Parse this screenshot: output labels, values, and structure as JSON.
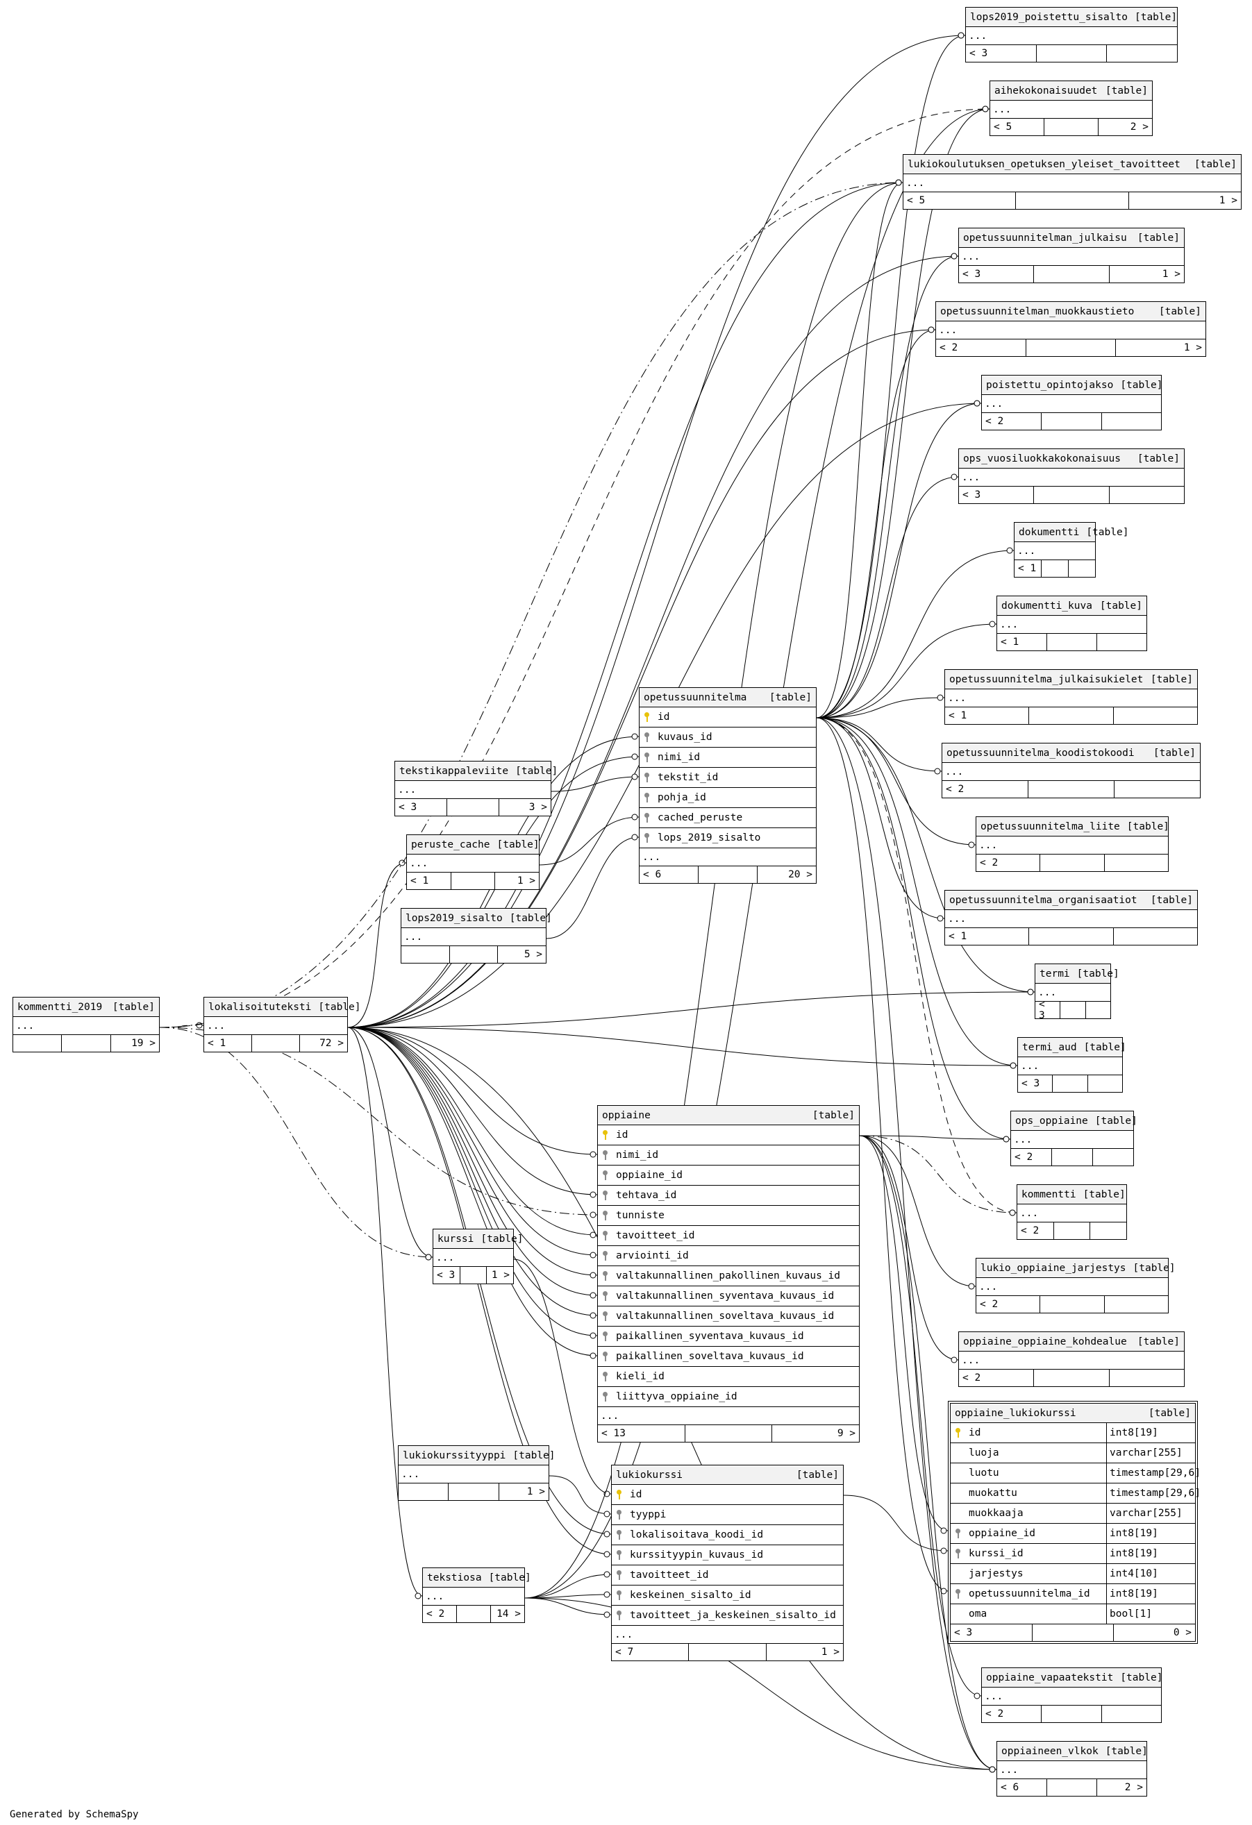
{
  "footer_text": "Generated by SchemaSpy",
  "table_tag": "[table]",
  "tables": {
    "lops2019_poistettu_sisalto": {
      "name": "lops2019_poistettu_sisalto",
      "rows_dots": "...",
      "foot": [
        "< 3",
        "",
        ""
      ]
    },
    "aihekokonaisuudet": {
      "name": "aihekokonaisuudet",
      "rows_dots": "...",
      "foot": [
        "< 5",
        "",
        "2 >"
      ]
    },
    "lukiokoulutuksen_opetuksen_yleiset_tavoitteet": {
      "name": "lukiokoulutuksen_opetuksen_yleiset_tavoitteet",
      "rows_dots": "...",
      "foot": [
        "< 5",
        "",
        "1 >"
      ]
    },
    "opetussuunnitelman_julkaisu": {
      "name": "opetussuunnitelman_julkaisu",
      "rows_dots": "...",
      "foot": [
        "< 3",
        "",
        "1 >"
      ]
    },
    "opetussuunnitelman_muokkaustieto": {
      "name": "opetussuunnitelman_muokkaustieto",
      "rows_dots": "...",
      "foot": [
        "< 2",
        "",
        "1 >"
      ]
    },
    "poistettu_opintojakso": {
      "name": "poistettu_opintojakso",
      "rows_dots": "...",
      "foot": [
        "< 2",
        "",
        ""
      ]
    },
    "ops_vuosiluokkakokonaisuus": {
      "name": "ops_vuosiluokkakokonaisuus",
      "rows_dots": "...",
      "foot": [
        "< 3",
        "",
        ""
      ]
    },
    "dokumentti": {
      "name": "dokumentti",
      "rows_dots": "...",
      "foot": [
        "< 1",
        "",
        ""
      ]
    },
    "dokumentti_kuva": {
      "name": "dokumentti_kuva",
      "rows_dots": "...",
      "foot": [
        "< 1",
        "",
        ""
      ]
    },
    "opetussuunnitelma_julkaisukielet": {
      "name": "opetussuunnitelma_julkaisukielet",
      "rows_dots": "...",
      "foot": [
        "< 1",
        "",
        ""
      ]
    },
    "opetussuunnitelma_koodistokoodi": {
      "name": "opetussuunnitelma_koodistokoodi",
      "rows_dots": "...",
      "foot": [
        "< 2",
        "",
        ""
      ]
    },
    "opetussuunnitelma_liite": {
      "name": "opetussuunnitelma_liite",
      "rows_dots": "...",
      "foot": [
        "< 2",
        "",
        ""
      ]
    },
    "opetussuunnitelma_organisaatiot": {
      "name": "opetussuunnitelma_organisaatiot",
      "rows_dots": "...",
      "foot": [
        "< 1",
        "",
        ""
      ]
    },
    "termi": {
      "name": "termi",
      "rows_dots": "...",
      "foot": [
        "< 3",
        "",
        ""
      ]
    },
    "termi_aud": {
      "name": "termi_aud",
      "rows_dots": "...",
      "foot": [
        "< 3",
        "",
        ""
      ]
    },
    "ops_oppiaine": {
      "name": "ops_oppiaine",
      "rows_dots": "...",
      "foot": [
        "< 2",
        "",
        ""
      ]
    },
    "kommentti": {
      "name": "kommentti",
      "rows_dots": "...",
      "foot": [
        "< 2",
        "",
        ""
      ]
    },
    "lukio_oppiaine_jarjestys": {
      "name": "lukio_oppiaine_jarjestys",
      "rows_dots": "...",
      "foot": [
        "< 2",
        "",
        ""
      ]
    },
    "oppiaine_oppiaine_kohdealue": {
      "name": "oppiaine_oppiaine_kohdealue",
      "rows_dots": "...",
      "foot": [
        "< 2",
        "",
        ""
      ]
    },
    "oppiaine_vapaatekstit": {
      "name": "oppiaine_vapaatekstit",
      "rows_dots": "...",
      "foot": [
        "< 2",
        "",
        ""
      ]
    },
    "oppiaineen_vlkok": {
      "name": "oppiaineen_vlkok",
      "rows_dots": "...",
      "foot": [
        "< 6",
        "",
        "2 >"
      ]
    },
    "tekstikappaleviite": {
      "name": "tekstikappaleviite",
      "rows_dots": "...",
      "foot": [
        "< 3",
        "",
        "3 >"
      ]
    },
    "peruste_cache": {
      "name": "peruste_cache",
      "rows_dots": "...",
      "foot": [
        "< 1",
        "",
        "1 >"
      ]
    },
    "lops2019_sisalto": {
      "name": "lops2019_sisalto",
      "rows_dots": "...",
      "foot": [
        "",
        "",
        "5 >"
      ]
    },
    "kommentti_2019": {
      "name": "kommentti_2019",
      "rows_dots": "...",
      "foot": [
        "",
        "",
        "19 >"
      ]
    },
    "lokalisoituteksti": {
      "name": "lokalisoituteksti",
      "rows_dots": "...",
      "foot": [
        "< 1",
        "",
        "72 >"
      ]
    },
    "kurssi": {
      "name": "kurssi",
      "rows_dots": "...",
      "foot": [
        "< 3",
        "",
        "1 >"
      ]
    },
    "lukiokurssityyppi": {
      "name": "lukiokurssityyppi",
      "rows_dots": "...",
      "foot": [
        "",
        "",
        "1 >"
      ]
    },
    "tekstiosa": {
      "name": "tekstiosa",
      "rows_dots": "...",
      "foot": [
        "< 2",
        "",
        "14 >"
      ]
    },
    "opetussuunnitelma": {
      "name": "opetussuunnitelma",
      "rows_dots": "...",
      "foot": [
        "< 6",
        "",
        "20 >"
      ],
      "columns": [
        {
          "name": "id",
          "key": "pk"
        },
        {
          "name": "kuvaus_id",
          "key": "fk"
        },
        {
          "name": "nimi_id",
          "key": "fk"
        },
        {
          "name": "tekstit_id",
          "key": "fk"
        },
        {
          "name": "pohja_id",
          "key": "fk"
        },
        {
          "name": "cached_peruste",
          "key": "fk"
        },
        {
          "name": "lops_2019_sisalto",
          "key": "fk"
        }
      ]
    },
    "oppiaine": {
      "name": "oppiaine",
      "rows_dots": "...",
      "foot": [
        "< 13",
        "",
        "9 >"
      ],
      "columns": [
        {
          "name": "id",
          "key": "pk"
        },
        {
          "name": "nimi_id",
          "key": "fk"
        },
        {
          "name": "oppiaine_id",
          "key": "fk"
        },
        {
          "name": "tehtava_id",
          "key": "fk"
        },
        {
          "name": "tunniste",
          "key": "fk"
        },
        {
          "name": "tavoitteet_id",
          "key": "fk"
        },
        {
          "name": "arviointi_id",
          "key": "fk"
        },
        {
          "name": "valtakunnallinen_pakollinen_kuvaus_id",
          "key": "fk"
        },
        {
          "name": "valtakunnallinen_syventava_kuvaus_id",
          "key": "fk"
        },
        {
          "name": "valtakunnallinen_soveltava_kuvaus_id",
          "key": "fk"
        },
        {
          "name": "paikallinen_syventava_kuvaus_id",
          "key": "fk"
        },
        {
          "name": "paikallinen_soveltava_kuvaus_id",
          "key": "fk"
        },
        {
          "name": "kieli_id",
          "key": "fk"
        },
        {
          "name": "liittyva_oppiaine_id",
          "key": "fk"
        }
      ]
    },
    "lukiokurssi": {
      "name": "lukiokurssi",
      "rows_dots": "...",
      "foot": [
        "< 7",
        "",
        "1 >"
      ],
      "columns": [
        {
          "name": "id",
          "key": "pk"
        },
        {
          "name": "tyyppi",
          "key": "fk"
        },
        {
          "name": "lokalisoitava_koodi_id",
          "key": "fk"
        },
        {
          "name": "kurssityypin_kuvaus_id",
          "key": "fk"
        },
        {
          "name": "tavoitteet_id",
          "key": "fk"
        },
        {
          "name": "keskeinen_sisalto_id",
          "key": "fk"
        },
        {
          "name": "tavoitteet_ja_keskeinen_sisalto_id",
          "key": "fk"
        }
      ]
    },
    "oppiaine_lukiokurssi": {
      "name": "oppiaine_lukiokurssi",
      "foot": [
        "< 3",
        "",
        "0 >"
      ],
      "columns": [
        {
          "name": "id",
          "key": "pk",
          "type": "int8[19]"
        },
        {
          "name": "luoja",
          "key": "",
          "type": "varchar[255]"
        },
        {
          "name": "luotu",
          "key": "",
          "type": "timestamp[29,6]"
        },
        {
          "name": "muokattu",
          "key": "",
          "type": "timestamp[29,6]"
        },
        {
          "name": "muokkaaja",
          "key": "",
          "type": "varchar[255]"
        },
        {
          "name": "oppiaine_id",
          "key": "fk",
          "type": "int8[19]"
        },
        {
          "name": "kurssi_id",
          "key": "fk",
          "type": "int8[19]"
        },
        {
          "name": "jarjestys",
          "key": "",
          "type": "int4[10]"
        },
        {
          "name": "opetussuunnitelma_id",
          "key": "fk",
          "type": "int8[19]"
        },
        {
          "name": "oma",
          "key": "",
          "type": "bool[1]"
        }
      ]
    }
  }
}
